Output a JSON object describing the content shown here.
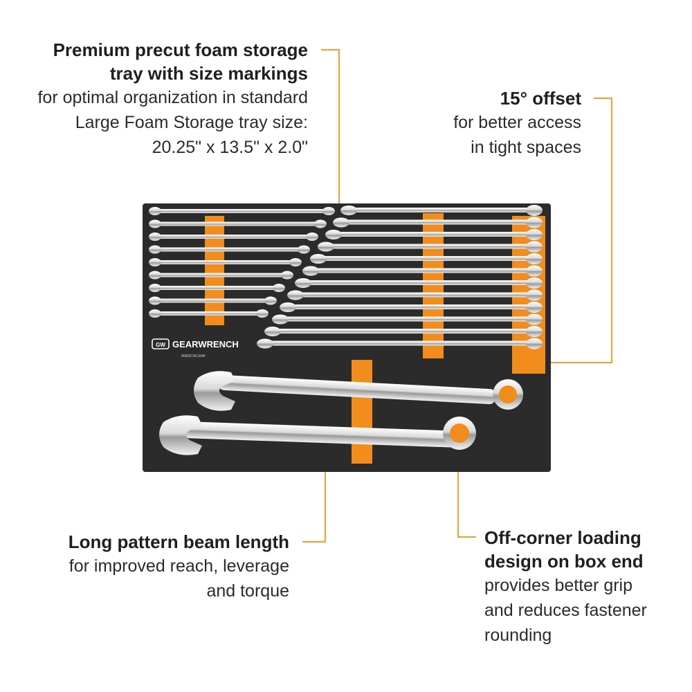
{
  "callouts": {
    "foam_tray": {
      "title": [
        "Premium precut foam storage",
        "tray with size markings"
      ],
      "desc": [
        "for optimal organization in standard",
        "Large Foam Storage tray size:",
        "20.25\" x 13.5\" x 2.0\""
      ]
    },
    "offset": {
      "title": [
        "15° offset"
      ],
      "desc": [
        "for better access",
        "in tight spaces"
      ]
    },
    "beam": {
      "title": [
        "Long pattern beam length"
      ],
      "desc": [
        "for improved reach, leverage",
        "and torque"
      ]
    },
    "off_corner": {
      "title": [
        "Off-corner loading",
        "design on box end"
      ],
      "desc": [
        "provides better grip",
        "and reduces fastener",
        "rounding"
      ]
    }
  },
  "tray": {
    "brand": "GEARWRENCH",
    "brand_badge": "GW",
    "part_number": "86MSCWLSMK"
  },
  "colors": {
    "leader": "#e8a33d",
    "foam": "#2b2b2b",
    "orange_insert": "#f28c1c",
    "chrome": "#e6e6e6"
  }
}
